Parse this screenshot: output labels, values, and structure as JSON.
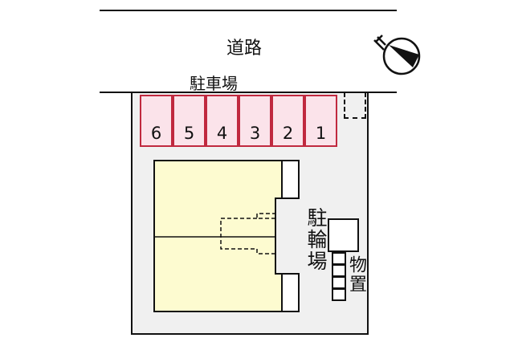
{
  "road_label": "道路",
  "parking_label": "駐車場",
  "stalls": [
    "6",
    "5",
    "4",
    "3",
    "2",
    "1"
  ],
  "bike_parking_label": "駐輪場",
  "storage_label": "物置",
  "compass_icon": "north-arrow",
  "colors": {
    "stall_fill": "#fbe3ea",
    "stall_border": "#c0293f",
    "building_fill": "#fdfbd0",
    "lot_fill": "#f0f0f0"
  }
}
